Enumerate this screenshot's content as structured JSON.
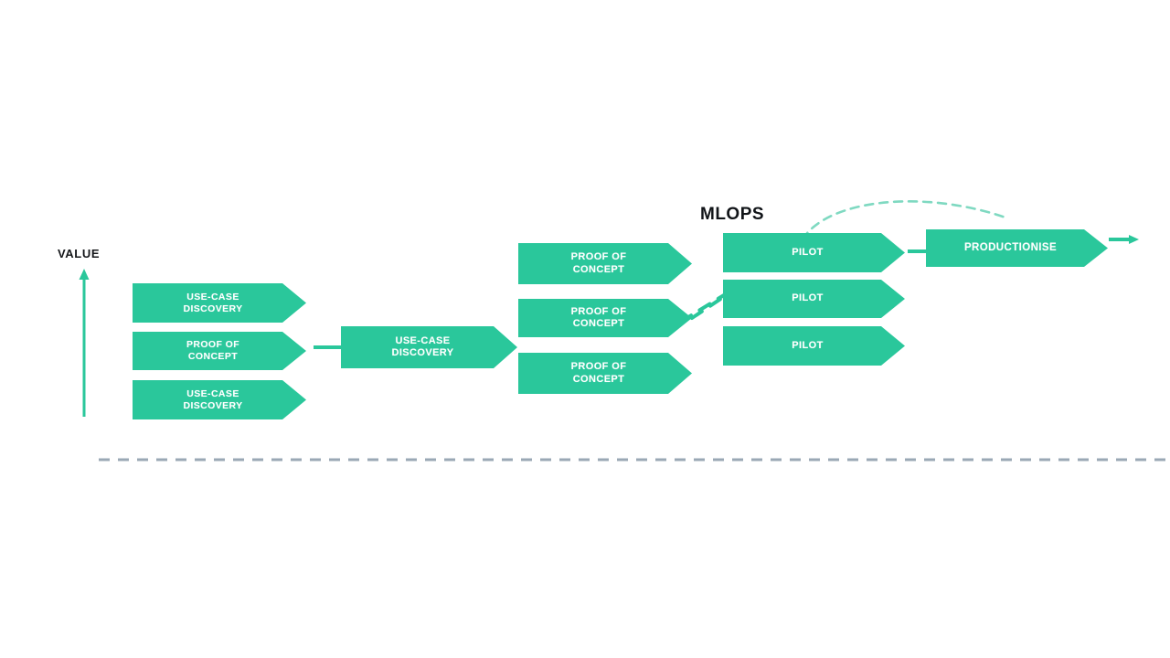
{
  "diagram": {
    "title_axis": "VALUE",
    "group_label": "MLOPS",
    "accent_color": "#2ac79b",
    "baseline_color": "#98a6b3",
    "text_color": "#15171a",
    "stages": {
      "discovery_column": [
        {
          "label": "USE-CASE\nDISCOVERY"
        },
        {
          "label": "PROOF OF\nCONCEPT"
        },
        {
          "label": "USE-CASE\nDISCOVERY"
        }
      ],
      "second_stage": [
        {
          "label": "USE-CASE\nDISCOVERY"
        }
      ],
      "poc_column": [
        {
          "label": "PROOF OF\nCONCEPT"
        },
        {
          "label": "PROOF OF\nCONCEPT"
        },
        {
          "label": "PROOF OF\nCONCEPT"
        }
      ],
      "pilot_column": [
        {
          "label": "PILOT"
        },
        {
          "label": "PILOT"
        },
        {
          "label": "PILOT"
        }
      ],
      "final_stage": [
        {
          "label": "PRODUCTIONISE"
        }
      ]
    },
    "connectors": {
      "poc_to_discovery": "solid-link",
      "poc_to_pilot": "dashed-link",
      "pilot_to_productionise": "dashed-feedback-arc",
      "productionise_out": "arrow-right",
      "baseline": "dashed-baseline",
      "value_axis": "up-arrow"
    }
  }
}
